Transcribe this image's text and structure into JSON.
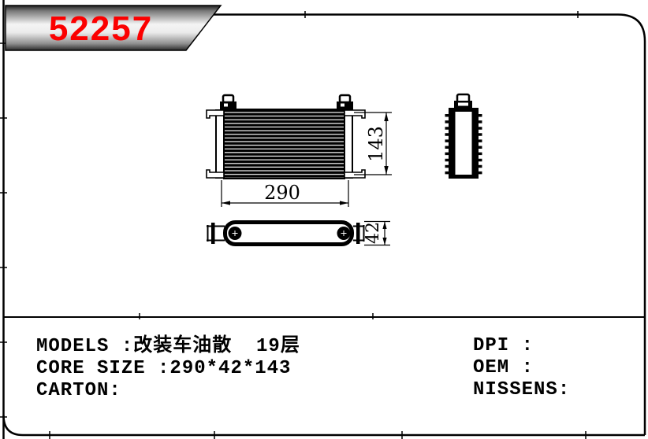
{
  "banner": {
    "part_number": "52257",
    "accent_color": "#fb0000"
  },
  "drawing": {
    "front_view": {
      "width_dim": "290",
      "height_dim": "143"
    },
    "top_view": {
      "depth_dim": "42"
    }
  },
  "title_block": {
    "left_column": [
      {
        "text": "MODELS :改装车油散  19层"
      },
      {
        "text": "CORE SIZE :290*42*143"
      },
      {
        "text": "CARTON:"
      }
    ],
    "right_column": [
      {
        "text": "DPI :"
      },
      {
        "text": "OEM :"
      },
      {
        "text": "NISSENS:"
      }
    ]
  }
}
